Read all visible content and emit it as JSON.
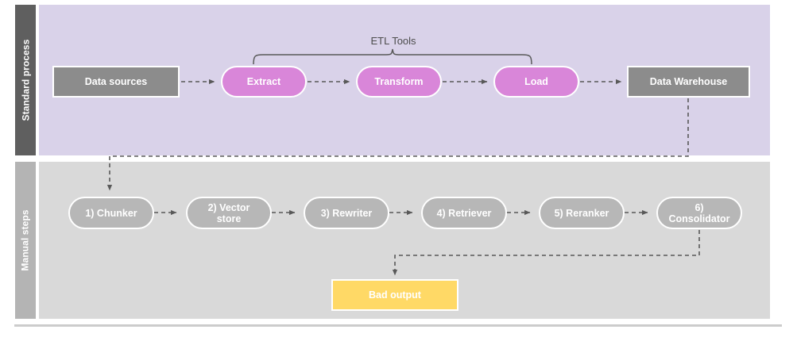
{
  "diagram": {
    "title": "ETL standard process and manual RAG steps",
    "lanes": [
      {
        "id": "standard",
        "label": "Standard process",
        "band_color": "#d9d2e9",
        "label_color": "#5f5f5f"
      },
      {
        "id": "manual",
        "label": "Manual steps",
        "band_color": "#d9d9d9",
        "label_color": "#b4b4b4"
      }
    ],
    "bracket": {
      "label": "ETL Tools",
      "covers": [
        "Extract",
        "Transform",
        "Load"
      ],
      "color": "#4d4d4d"
    },
    "standard_process_nodes": [
      {
        "id": "data-sources",
        "label": "Data sources",
        "shape": "rect",
        "color": "#8c8c8c"
      },
      {
        "id": "extract",
        "label": "Extract",
        "shape": "pill",
        "color": "#d986d9"
      },
      {
        "id": "transform",
        "label": "Transform",
        "shape": "pill",
        "color": "#d986d9"
      },
      {
        "id": "load",
        "label": "Load",
        "shape": "pill",
        "color": "#d986d9"
      },
      {
        "id": "data-warehouse",
        "label": "Data Warehouse",
        "shape": "rect",
        "color": "#8c8c8c"
      }
    ],
    "manual_steps_nodes": [
      {
        "id": "chunker",
        "label": "1) Chunker",
        "shape": "pill",
        "color": "#b7b7b7"
      },
      {
        "id": "vector-store",
        "label": "2) Vector\nstore",
        "line1": "2) Vector",
        "line2": "store",
        "shape": "pill",
        "color": "#b7b7b7"
      },
      {
        "id": "rewriter",
        "label": "3) Rewriter",
        "shape": "pill",
        "color": "#b7b7b7"
      },
      {
        "id": "retriever",
        "label": "4) Retriever",
        "shape": "pill",
        "color": "#b7b7b7"
      },
      {
        "id": "reranker",
        "label": "5) Reranker",
        "shape": "pill",
        "color": "#b7b7b7"
      },
      {
        "id": "consolidator",
        "label": "6) Consolidator",
        "line1": "6)",
        "line2": "Consolidator",
        "shape": "pill",
        "color": "#b7b7b7"
      }
    ],
    "output_node": {
      "id": "bad-output",
      "label": "Bad output",
      "shape": "rect",
      "color": "#ffd966"
    },
    "connector_color": "#595959",
    "edges": [
      {
        "from": "data-sources",
        "to": "extract",
        "style": "dashed-arrow"
      },
      {
        "from": "extract",
        "to": "transform",
        "style": "dashed-arrow"
      },
      {
        "from": "transform",
        "to": "load",
        "style": "dashed-arrow"
      },
      {
        "from": "load",
        "to": "data-warehouse",
        "style": "dashed-arrow"
      },
      {
        "from": "data-warehouse",
        "to": "chunker",
        "style": "dashed-arrow-elbow"
      },
      {
        "from": "chunker",
        "to": "vector-store",
        "style": "dashed-arrow"
      },
      {
        "from": "vector-store",
        "to": "rewriter",
        "style": "dashed-arrow"
      },
      {
        "from": "rewriter",
        "to": "retriever",
        "style": "dashed-arrow"
      },
      {
        "from": "retriever",
        "to": "reranker",
        "style": "dashed-arrow"
      },
      {
        "from": "reranker",
        "to": "consolidator",
        "style": "dashed-arrow"
      },
      {
        "from": "consolidator",
        "to": "bad-output",
        "style": "dashed-arrow-elbow"
      }
    ]
  }
}
